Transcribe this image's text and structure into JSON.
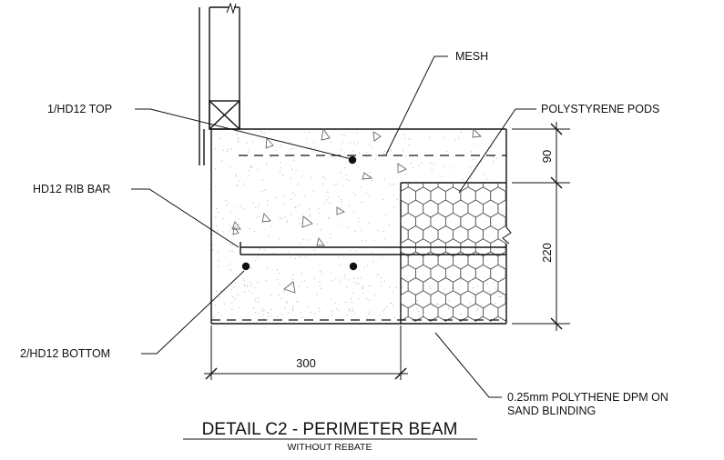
{
  "title": "DETAIL C2 - PERIMETER BEAM",
  "subtitle": "WITHOUT REBATE",
  "labels": {
    "mesh": "MESH",
    "top_bar": "1/HD12 TOP",
    "pods": "POLYSTYRENE PODS",
    "rib_bar": "HD12 RIB BAR",
    "bottom_bar": "2/HD12 BOTTOM",
    "dpm_line1": "0.25mm POLYTHENE DPM ON",
    "dpm_line2": "SAND BLINDING"
  },
  "dimensions": {
    "slab_depth": "90",
    "pod_depth": "220",
    "beam_width": "300"
  }
}
